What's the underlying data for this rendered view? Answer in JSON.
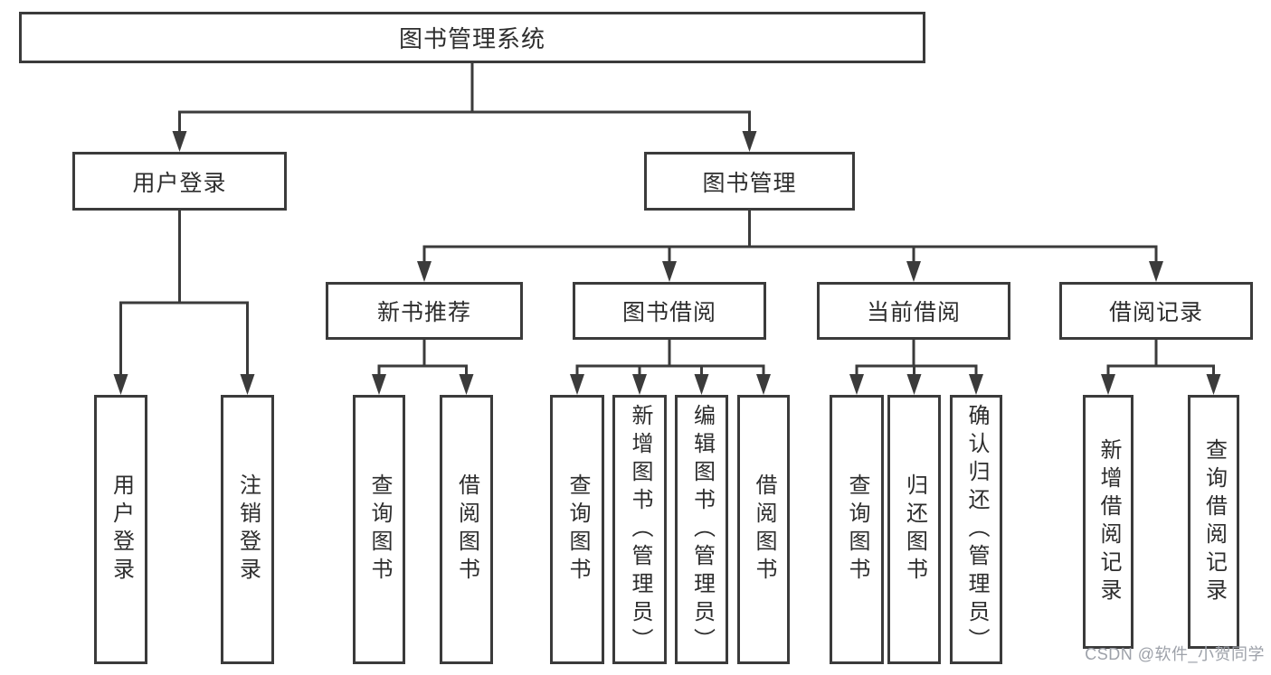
{
  "colors": {
    "line": "#3b3b3b",
    "text": "#2d2d2d",
    "box_background": "#ffffff",
    "page_background": "#ffffff",
    "watermark": "#9da1a9"
  },
  "watermark": "CSDN @软件_小贺同学",
  "diagram": {
    "title": "图书管理系统",
    "nodes": [
      {
        "id": "root",
        "label": "图书管理系统",
        "parent": null
      },
      {
        "id": "user-login",
        "label": "用户登录",
        "parent": "root"
      },
      {
        "id": "book-mgmt",
        "label": "图书管理",
        "parent": "root"
      },
      {
        "id": "new-book-rec",
        "label": "新书推荐",
        "parent": "book-mgmt"
      },
      {
        "id": "book-borrow",
        "label": "图书借阅",
        "parent": "book-mgmt"
      },
      {
        "id": "current-borrow",
        "label": "当前借阅",
        "parent": "book-mgmt"
      },
      {
        "id": "borrow-records",
        "label": "借阅记录",
        "parent": "book-mgmt"
      },
      {
        "id": "leaf-user-login",
        "label": "用户登录",
        "parent": "user-login"
      },
      {
        "id": "leaf-logout",
        "label": "注销登录",
        "parent": "user-login"
      },
      {
        "id": "leaf-query-book-new",
        "label": "查询图书",
        "parent": "new-book-rec"
      },
      {
        "id": "leaf-borrow-book-new",
        "label": "借阅图书",
        "parent": "new-book-rec"
      },
      {
        "id": "leaf-query-book-borrow",
        "label": "查询图书",
        "parent": "book-borrow"
      },
      {
        "id": "leaf-add-book",
        "label": "新增图书（管理员）",
        "parent": "book-borrow"
      },
      {
        "id": "leaf-edit-book",
        "label": "编辑图书（管理员）",
        "parent": "book-borrow"
      },
      {
        "id": "leaf-borrow-book-borrow",
        "label": "借阅图书",
        "parent": "book-borrow"
      },
      {
        "id": "leaf-query-book-current",
        "label": "查询图书",
        "parent": "current-borrow"
      },
      {
        "id": "leaf-return-book",
        "label": "归还图书",
        "parent": "current-borrow"
      },
      {
        "id": "leaf-confirm-return",
        "label": "确认归还（管理员）",
        "parent": "current-borrow"
      },
      {
        "id": "leaf-add-record",
        "label": "新增借阅记录",
        "parent": "borrow-records"
      },
      {
        "id": "leaf-query-record",
        "label": "查询借阅记录",
        "parent": "borrow-records"
      }
    ]
  }
}
